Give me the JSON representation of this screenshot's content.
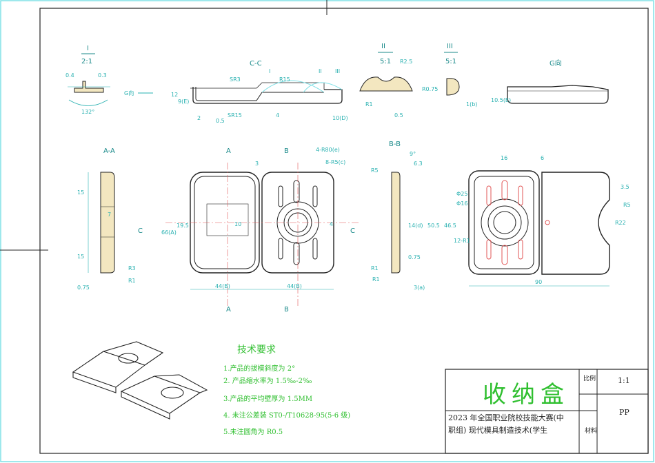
{
  "views": {
    "detail_i": {
      "label": "I",
      "scale": "2:1",
      "d1": "0.4",
      "d2": "0.3",
      "angle": "132°"
    },
    "section_cc": {
      "label": "C-C",
      "sr3": "SR3",
      "sr15": "SR15",
      "r15": "R15",
      "m1": "I",
      "m2": "II",
      "m3": "III",
      "g": "G向",
      "d12": "12",
      "d9": "9(E)",
      "d2": "2",
      "d05": "0.5",
      "d4": "4",
      "d10": "10(D)"
    },
    "detail_ii": {
      "label": "II",
      "scale": "5:1",
      "r25": "R2.5",
      "r1": "R1",
      "d05": "0.5"
    },
    "detail_iii": {
      "label": "III",
      "scale": "5:1",
      "r075": "R0.75",
      "d1": "1(b)"
    },
    "view_g": {
      "label": "G向",
      "d105": "10.5(E)"
    },
    "section_aa": {
      "label": "A-A",
      "d15a": "15",
      "d7": "7",
      "d15b": "15",
      "r3": "R3",
      "r1": "R1",
      "d075": "0.75"
    },
    "main_view": {
      "a": "A",
      "b": "B",
      "c": "C",
      "d3": "3",
      "r80": "4-R80(e)",
      "r5": "8-R5(c)",
      "d66": "66(A)",
      "d195": "19.5",
      "d44a": "44(B)",
      "d44b": "44(B)",
      "d10": "10",
      "d4": "4"
    },
    "section_bb": {
      "label": "B-B",
      "angle": "9°",
      "d63": "6.3",
      "r5": "R5",
      "d14": "14(d)",
      "d075": "0.75",
      "r1a": "R1",
      "r1b": "R1",
      "d3": "3(a)"
    },
    "right_view": {
      "d16": "16",
      "d6": "6",
      "dia25": "Φ25",
      "dia16": "Φ16",
      "r12": "12-R1",
      "d505": "50.5",
      "d465": "46.5",
      "d35": "3.5",
      "r5": "R5",
      "r22": "R22",
      "d90": "90"
    }
  },
  "notes": {
    "title": "技术要求",
    "items": [
      "1.产品的拔模斜度为 2°",
      "2. 产品缩水率为 1.5‰-2‰",
      "3.产品的平均壁厚为 1.5MM",
      "4. 未注公差装 ST0-/T10628-95(5-6 级)",
      "5.未注圆角为 R0.5"
    ]
  },
  "title_block": {
    "name": "收纳盒",
    "scale_label": "比例",
    "scale_value": "1:1",
    "material": "PP",
    "line1": "2023 年全国职业院校技能大赛(中",
    "line2": "职组) 现代模具制造技术(学生",
    "small": "材料"
  },
  "colors": {
    "frame": "#7ee0e6",
    "outline": "#1a1a1a",
    "dim": "#27b0b0",
    "center": "#e25555",
    "note": "#2fbf2f"
  }
}
